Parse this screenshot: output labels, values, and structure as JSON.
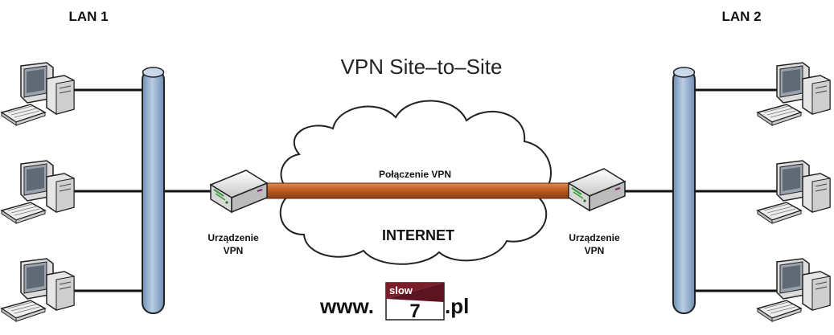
{
  "lan_left": {
    "label": "LAN 1"
  },
  "lan_right": {
    "label": "LAN 2"
  },
  "title": "VPN Site–to–Site",
  "internet": {
    "label": "INTERNET",
    "connection_label": "Połączenie VPN"
  },
  "device_left": {
    "line1": "Urządzenie",
    "line2": "VPN"
  },
  "device_right": {
    "line1": "Urządzenie",
    "line2": "VPN"
  },
  "watermark": {
    "prefix": "www.",
    "logo_top": "slow",
    "logo_num": "7",
    "suffix": ".pl"
  },
  "colors": {
    "backbone": "#9fb9d6",
    "backbone_stroke": "#222222",
    "tunnel": "#c1652a",
    "cloud_stroke": "#222222"
  }
}
